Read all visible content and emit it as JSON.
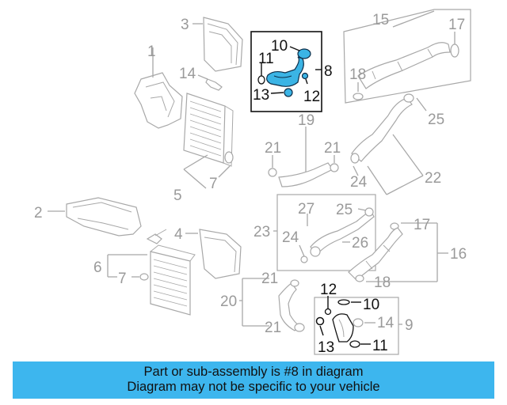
{
  "callouts": {
    "n1": "1",
    "n2": "2",
    "n3": "3",
    "n4": "4",
    "n5": "5",
    "n6": "6",
    "n7a": "7",
    "n7b": "7",
    "n8": "8",
    "n9": "9",
    "n10a": "10",
    "n10b": "10",
    "n11a": "11",
    "n11b": "11",
    "n12a": "12",
    "n12b": "12",
    "n13a": "13",
    "n13b": "13",
    "n14a": "14",
    "n14b": "14",
    "n15": "15",
    "n16": "16",
    "n17a": "17",
    "n17b": "17",
    "n18a": "18",
    "n18b": "18",
    "n19": "19",
    "n20": "20",
    "n21a": "21",
    "n21b": "21",
    "n21c": "21",
    "n21d": "21",
    "n22": "22",
    "n23": "23",
    "n24a": "24",
    "n24b": "24",
    "n25a": "25",
    "n25b": "25",
    "n26": "26",
    "n27": "27"
  },
  "highlight_color": "#3bb4e5",
  "banner": {
    "line1": "Part or sub-assembly is #8 in diagram",
    "line2": "Diagram may not be specific to your vehicle",
    "color": "#3db6ee"
  }
}
